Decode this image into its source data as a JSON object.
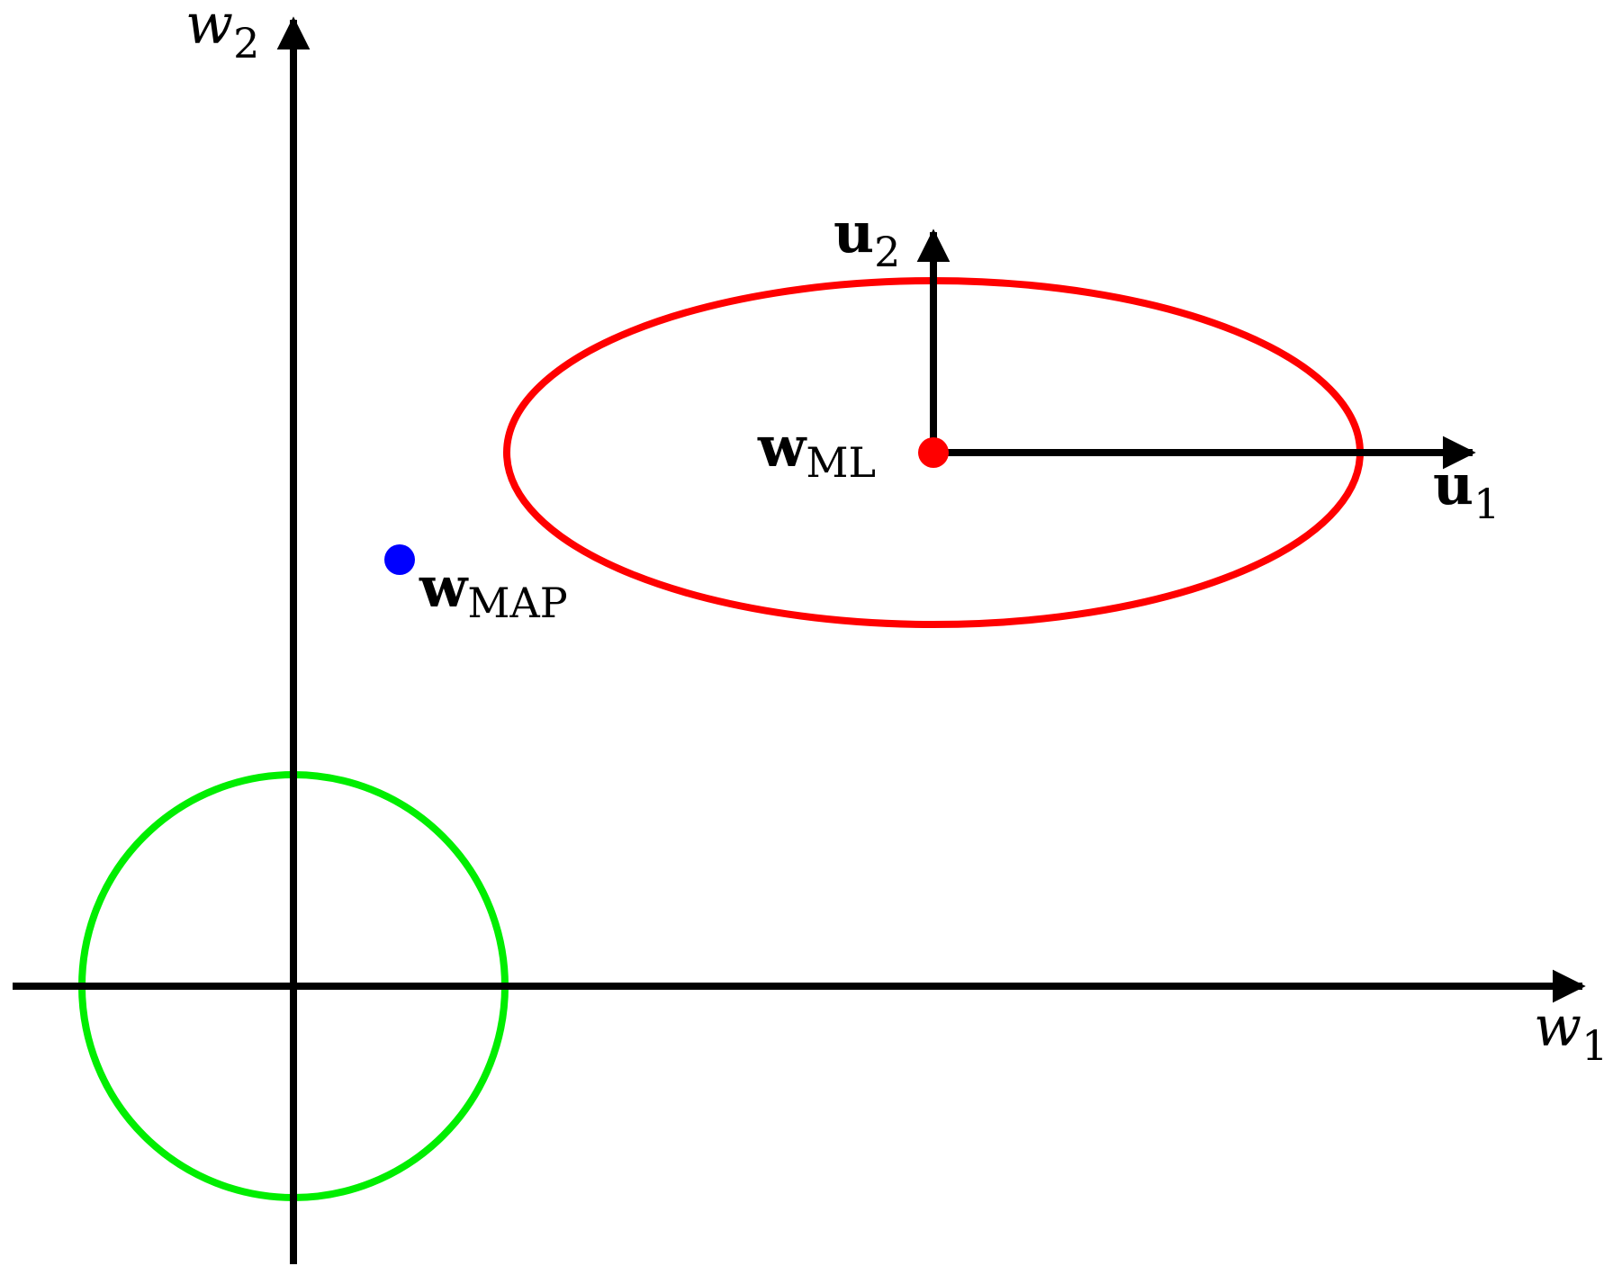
{
  "colors": {
    "axis": "#000000",
    "likelihood_contour": "#ff0000",
    "prior_contour": "#00ee00",
    "ml_point": "#ff0000",
    "map_point": "#0000ff"
  },
  "labels": {
    "w1": {
      "main": "w",
      "sub": "1"
    },
    "w2": {
      "main": "w",
      "sub": "2"
    },
    "u1": {
      "main": "u",
      "sub": "1"
    },
    "u2": {
      "main": "u",
      "sub": "2"
    },
    "w_ml": {
      "main": "w",
      "sub": "ML"
    },
    "w_map": {
      "main": "w",
      "sub": "MAP"
    }
  }
}
